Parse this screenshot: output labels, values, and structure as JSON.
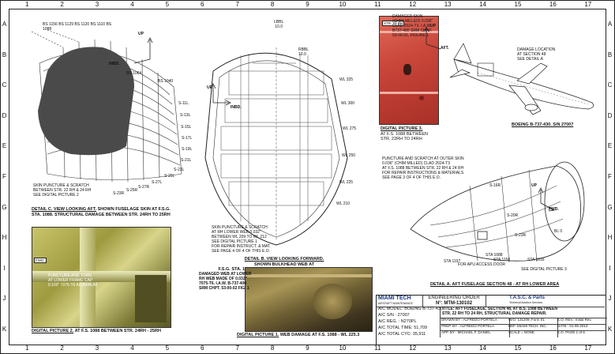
{
  "border": {
    "columns": [
      "1",
      "2",
      "3",
      "4",
      "5",
      "6",
      "7",
      "8",
      "9",
      "10",
      "11",
      "12",
      "13",
      "14",
      "15",
      "16",
      "17"
    ],
    "rows": [
      "A",
      "B",
      "C",
      "D",
      "E",
      "F",
      "G",
      "H",
      "I",
      "J",
      "K"
    ]
  },
  "detail_c": {
    "stations": [
      "BS 1156",
      "BS 1129",
      "BS 1120",
      "BS 1110",
      "BS 1088",
      "BS 1064",
      "BS 1040"
    ],
    "stringers": [
      "S-11L",
      "S-13L",
      "S-15L",
      "S-17L",
      "S-19L",
      "S-21L",
      "S-23L",
      "S-25L",
      "S-27L",
      "S-27R",
      "S-25R",
      "S-23R"
    ],
    "inbd": "INBD.",
    "up": "UP",
    "callout": "SKIN PUNCTURE & SCRATCH\nBETWEEN STR. 22 RH & 24 RH\nSEE DIGITAL PICTURE 2",
    "caption_title": "DETAIL C. VIEW LOOKING AFT.",
    "caption_text": "SHOWN FUSELAGE SKIN AT F.S.G.\nSTA. 1088. STRUCTURAL DAMAGE BETWEEN STR. 24RH TO 25RH"
  },
  "detail_b": {
    "wbl_top": "LBBL\n10.0",
    "rbbl": "RBBL\n10.0",
    "inbd": "INBD.",
    "up": "UP",
    "wl": [
      "WL 325",
      "WL 300",
      "WL 275",
      "WL 250",
      "WL 225",
      "WL 210"
    ],
    "callout": "SKIN PUNCTURE & SCRATCH\nAT RH LOWER WEB 0.032\"\nBETWEEN WL 209 TO WL 212\nSEE DIGITAL PICTURE 1\nFOR REPAIR INSTRUCT. & MAT.\nSEE PAGE 4 OF 4 OF THIS E.O.",
    "caption_title": "DETAIL B. VIEW LOOKING FORWARD.",
    "caption_text": "SHOWN BULKHEAD WEB AT\nF.S.G. STA. 1088 . SKIN DAMAGE LOCATION AROUND WL 210.0"
  },
  "digital_picture_3": {
    "str_label": "STR. 23 RH",
    "callout": "DAMAGED SKIN\n(CHIM MILLED) 0.036\"\nCLAD 2024-T3. I.A.W.\nB737-400 SRM CHAP.\n53-00-01, FIGURE 1.",
    "aft": "AFT.",
    "up": "UP",
    "caption_title": "DIGITAL PICTURE 3.",
    "caption_text": "AT F.S. 1088 BETWEEN\nSTR. 22RH TO 24RH"
  },
  "aircraft": {
    "callout": "DAMAGE LOCATION\nAT SECTION 48\nSEE DETAIL A",
    "caption": "BOEING B-737-430. S/N 27007"
  },
  "detail_a": {
    "note": "PUNCTURE AND SCRATCH AT OUTER SKIN\n0.036\" (CHIM MILLED) CLAD 2024-T3\nAT F.S. 1088 BETWEEN STR. 22 RH & 24 RH\nFOR REPAIR INSTRUCTIONS & MATERIALS\nSEE PAGE 3 OF 4 OF THIS E.O.",
    "up": "UP",
    "fwd": "FWD.",
    "labels": [
      "S-16R",
      "S-20R",
      "S-23R",
      "BL 0",
      "STA 1088",
      "STA 1156",
      "STA 1016",
      "STA 1197"
    ],
    "see_pic": "SEE DIGITAL PICTURE 3",
    "access_door": "FOR APU ACCESS DOOR",
    "caption_title": "DETAIL A. AFT FUSELAGE SECTION 48 - AT RH LOWER AREA"
  },
  "digital_picture_2": {
    "left_tag": "FWD.",
    "callout": "PUNCTURE AND TORN\nAT LOWER FRAME CAP\n0.100\" 7075-T6 ALUMINUM",
    "caption_title": "DIGITAL PICTURE 2.",
    "caption_text": "AT F.S. 1088 BETWEEN STR. 24RH - 25RH"
  },
  "digital_picture_1": {
    "callout": "DAMAGED WEB AT LOWER\nRH WEB MADE OF 0.032\"\n7075-T6. I.A.W. B-737-400\nSRM CHPT. 53-00-02 FIG. 1",
    "caption_title": "DIGITAL PICTURE 1.",
    "caption_text": "WEB DAMAGE AT F.S. 1088 - WL 225.3"
  },
  "title_block": {
    "company": "MIAMI TECH",
    "company_sub": "AIRCRAFT MAINTENANCE",
    "eo_title": "ENGINEERING ORDER",
    "eo_number": "N°: MTM-130102",
    "partner": "T.A.S.C. & Parts",
    "partner_sub": "Technical Aviation Services",
    "model": "A/C MODEL: BOEING B-737-430",
    "sn": "A/C S/N : 27007",
    "reg": "A/C REG. : N270PL",
    "total_time": "A/C TOTAL TIME: 51,709",
    "total_cyc": "A/C TOTAL CYC: 35,911",
    "title": "TITLE: AFT FUSELAGE, SECTION 48, AT B.S. 1088 BETWEEN\nSTR. 22 RH TO 24 RH, STRUCTURAL DAMAGE REPAIR.",
    "drawn": "DRAWN BY : ALFREDO PORTELA",
    "prep": "PREP. BY : ALFREDO PORTELA",
    "appr": "APP. BY : MICHAEL F. DANIEL",
    "wo": "W/O: 131209, Form 01",
    "rev": "E.O. REV.: Initial Rev.",
    "mtm": "REF. MIAMI TECH. INC.",
    "date": "DATE : 01-05-2013",
    "scale": "SCALE = NONE",
    "page": "E.O. PAGE 1 of 6"
  }
}
